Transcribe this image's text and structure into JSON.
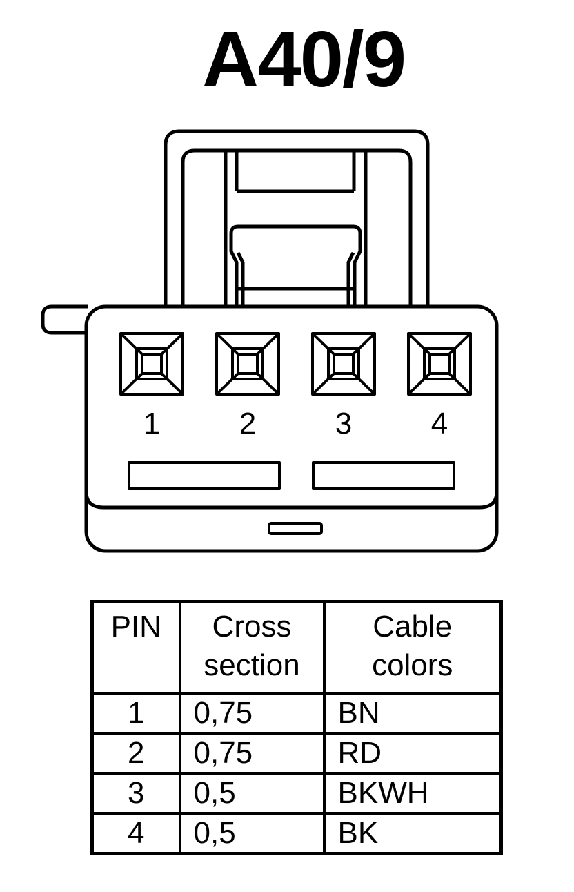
{
  "title": "A40/9",
  "pin_labels": [
    "1",
    "2",
    "3",
    "4"
  ],
  "table": {
    "headers": {
      "pin": "PIN",
      "cross_section": [
        "Cross",
        "section"
      ],
      "cable_colors": [
        "Cable",
        "colors"
      ]
    },
    "rows": [
      {
        "pin": "1",
        "cross_section": "0,75",
        "color": "BN"
      },
      {
        "pin": "2",
        "cross_section": "0,75",
        "color": "RD"
      },
      {
        "pin": "3",
        "cross_section": "0,5",
        "color": "BKWH"
      },
      {
        "pin": "4",
        "cross_section": "0,5",
        "color": "BK"
      }
    ]
  }
}
